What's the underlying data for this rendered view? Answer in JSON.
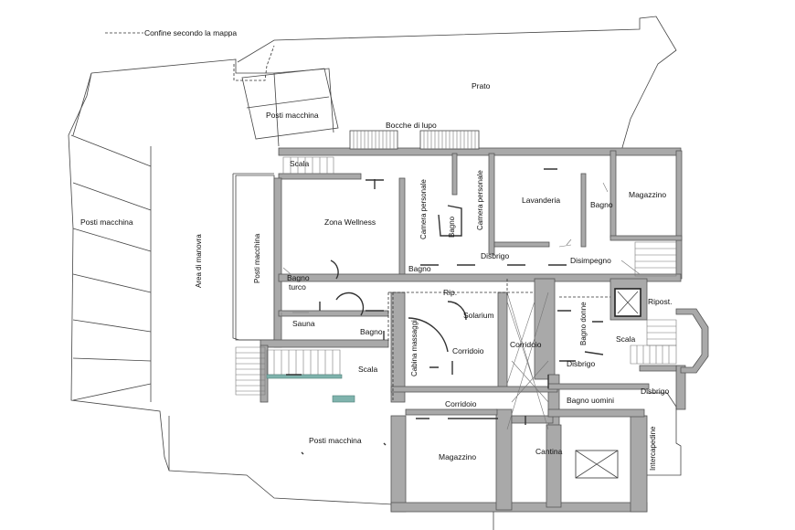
{
  "legend": {
    "boundary_label": "Confine secondo la mappa"
  },
  "colors": {
    "wall": "#a9a9a9",
    "wall_stroke": "#555555",
    "teal": "#7fb3ad"
  },
  "rooms": {
    "prato": "Prato",
    "posti_macchina_top": "Posti macchina",
    "bocche_di_lupo": "Bocche di lupo",
    "posti_macchina_left": "Posti macchina",
    "area_di_manovra": "Area di manovra",
    "posti_macchina_vertical": "Posti macchina",
    "scala_top": "Scala",
    "zona_wellness": "Zona Wellness",
    "camera_personale_1": "Camera personale",
    "camera_personale_2": "Camera personale",
    "bagno_small": "Bagno",
    "lavanderia": "Lavanderia",
    "bagno_lav": "Bagno",
    "magazzino_top": "Magazzino",
    "disbrigo_top": "Disbrigo",
    "bagno_mid": "Bagno",
    "disimpegno": "Disimpegno",
    "bagno_turco_1": "Bagno",
    "bagno_turco_2": "turco",
    "sauna": "Sauna",
    "bagno_sauna": "Bagno",
    "rip": "Rip.",
    "solarium": "Solarium",
    "ripost": "Ripost.",
    "bagno_donne": "Bagno donne",
    "cabina_massaggi": "Cabina massaggi",
    "corridoio_1": "Corridoio",
    "corridoio_2": "Corridoio",
    "scala_right": "Scala",
    "scala_mid": "Scala",
    "disbrigo_mid": "Disbrigo",
    "bagno_uomini": "Bagno uomini",
    "disbrigo_right": "Disbrigo",
    "corridoio_3": "Corridoio",
    "posti_macchina_bottom": "Posti macchina",
    "magazzino_bottom": "Magazzino",
    "cantina": "Cantina",
    "intercapedine": "Intercapedine"
  }
}
